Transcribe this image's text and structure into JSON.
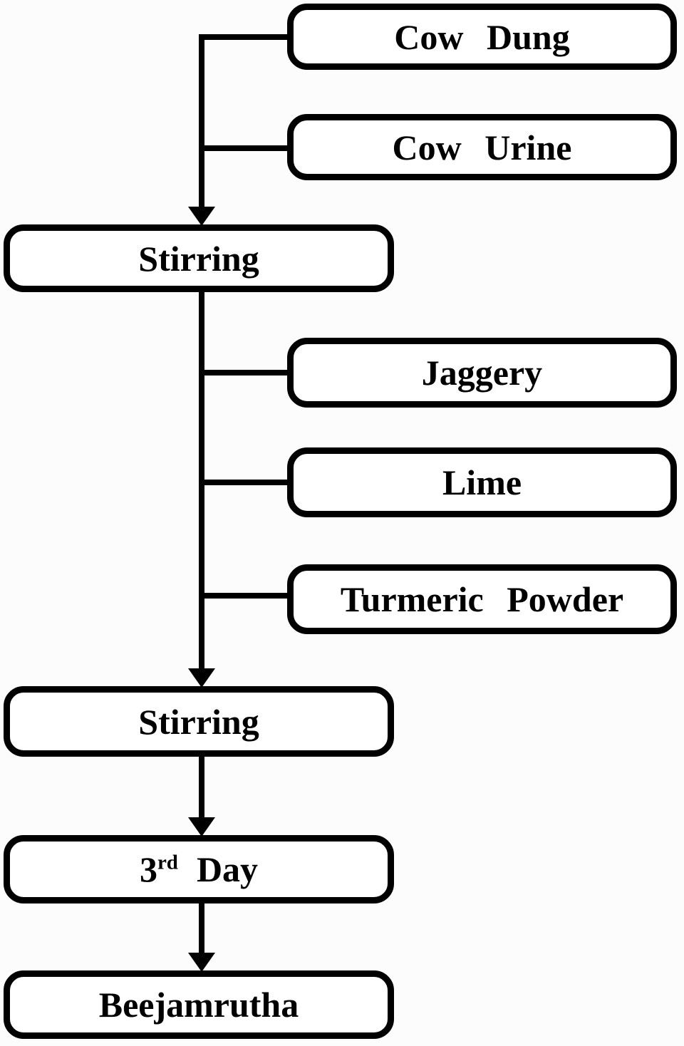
{
  "colors": {
    "line": "#000000",
    "box_border": "#000000",
    "box_fill": "#ffffff",
    "background": "#fcfcfc",
    "text": "#000000"
  },
  "flowchart": {
    "nodes": [
      {
        "id": "cow-dung",
        "label": "Cow Dung",
        "column": "right"
      },
      {
        "id": "cow-urine",
        "label": "Cow Urine",
        "column": "right"
      },
      {
        "id": "stirring-1",
        "label": "Stirring",
        "column": "left"
      },
      {
        "id": "jaggery",
        "label": "Jaggery",
        "column": "right"
      },
      {
        "id": "lime",
        "label": "Lime",
        "column": "right"
      },
      {
        "id": "turmeric-powder",
        "label": "Turmeric Powder",
        "column": "right"
      },
      {
        "id": "stirring-2",
        "label": "Stirring",
        "column": "left"
      },
      {
        "id": "third-day",
        "label_base": "3",
        "label_sup": "rd",
        "label_rest": "Day",
        "column": "left"
      },
      {
        "id": "beejamrutha",
        "label": "Beejamrutha",
        "column": "left"
      }
    ],
    "edges": [
      {
        "from": "cow-dung",
        "to": "stirring-1"
      },
      {
        "from": "cow-urine",
        "to": "stirring-1"
      },
      {
        "from": "stirring-1",
        "to": "stirring-2"
      },
      {
        "from": "jaggery",
        "to": "stirring-2"
      },
      {
        "from": "lime",
        "to": "stirring-2"
      },
      {
        "from": "turmeric-powder",
        "to": "stirring-2"
      },
      {
        "from": "stirring-2",
        "to": "third-day"
      },
      {
        "from": "third-day",
        "to": "beejamrutha"
      }
    ]
  }
}
